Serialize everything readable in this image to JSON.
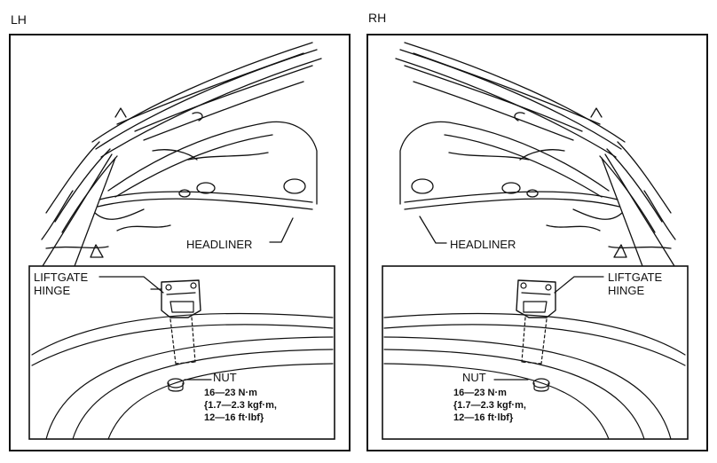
{
  "panels": {
    "lh": {
      "title": "LH",
      "headliner_label": "HEADLINER",
      "hinge_label_line1": "LIFTGATE",
      "hinge_label_line2": "HINGE",
      "nut_label": "NUT",
      "torque_line1": "16—23 N·m",
      "torque_line2": "{1.7—2.3 kgf·m,",
      "torque_line3": "12—16 ft·lbf}"
    },
    "rh": {
      "title": "RH",
      "headliner_label": "HEADLINER",
      "hinge_label_line1": "LIFTGATE",
      "hinge_label_line2": "HINGE",
      "nut_label": "NUT",
      "torque_line1": "16—23 N·m",
      "torque_line2": "{1.7—2.3 kgf·m,",
      "torque_line3": "12—16 ft·lbf}"
    }
  }
}
